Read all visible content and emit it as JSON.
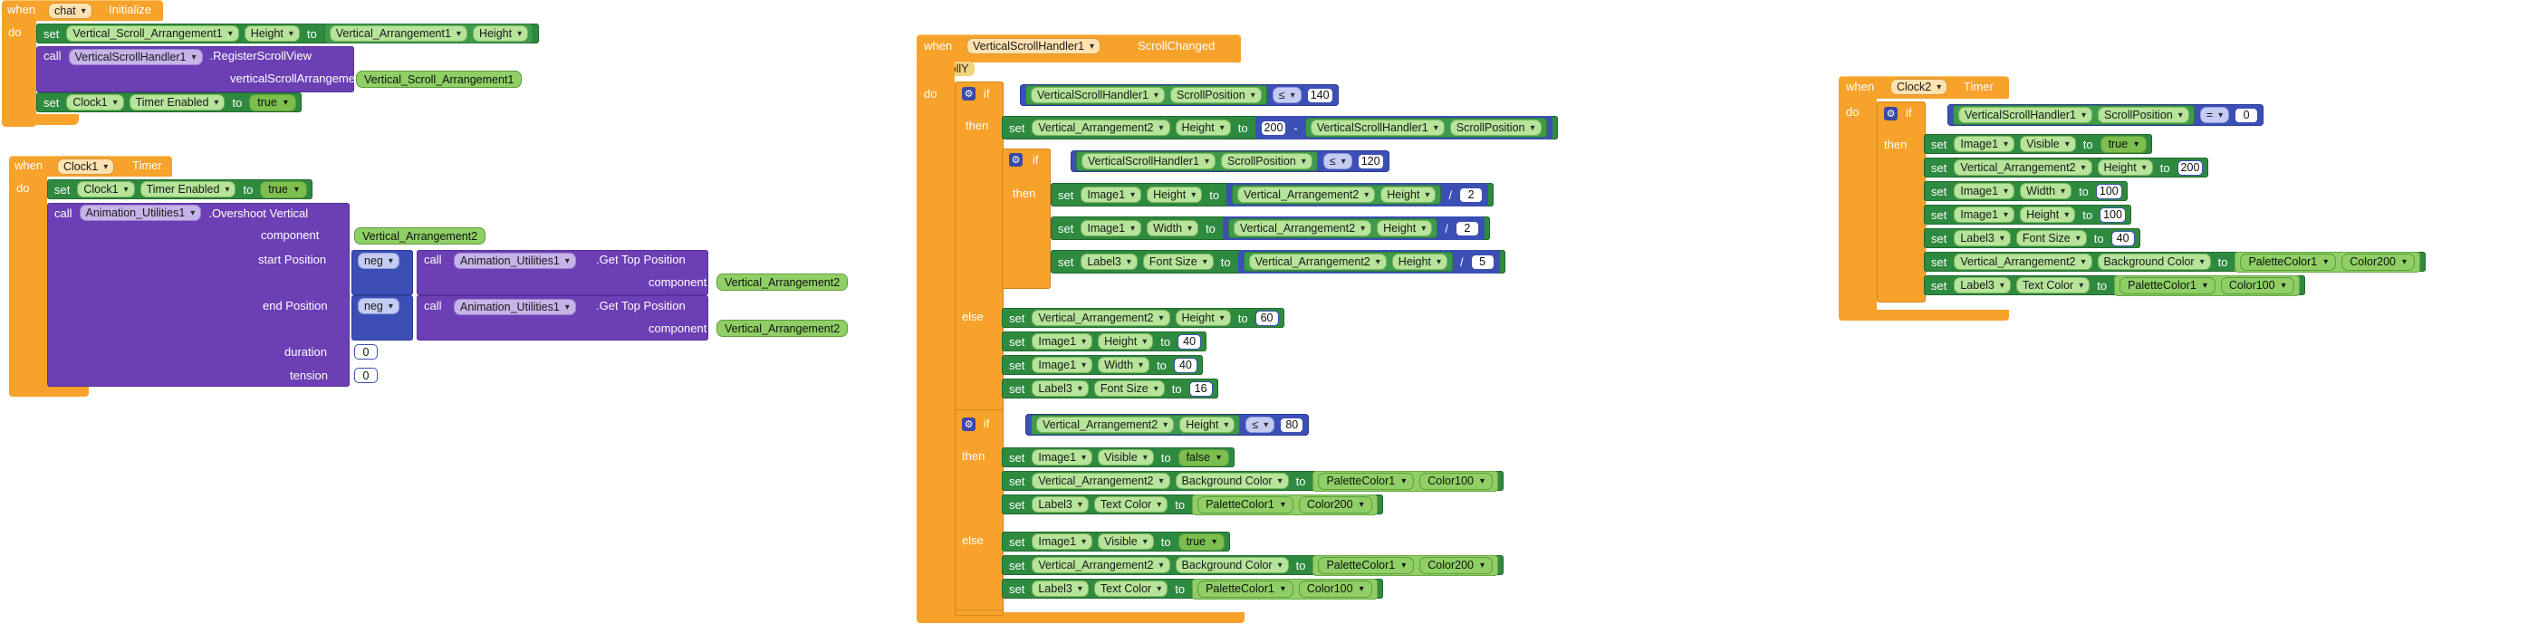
{
  "blocks": {
    "kw": {
      "when": "when",
      "do": "do",
      "set": "set",
      "call": "call",
      "to": "to",
      "if": "if",
      "then": "then",
      "else": "else"
    },
    "chat_init": {
      "component": "chat",
      "event": "Initialize",
      "s1": {
        "comp": "Vertical_Scroll_Arrangement1",
        "prop": "Height",
        "vcomp": "Vertical_Arrangement1",
        "vprop": "Height"
      },
      "call": {
        "comp": "VerticalScrollHandler1",
        "method": ".RegisterScrollView",
        "arg": "verticalScrollArrangement",
        "argval": "Vertical_Scroll_Arrangement1"
      },
      "s2": {
        "comp": "Clock1",
        "prop": "Timer Enabled",
        "val": "true"
      }
    },
    "clock1_timer": {
      "component": "Clock1",
      "event": "Timer",
      "s1": {
        "comp": "Clock1",
        "prop": "Timer Enabled",
        "val": "true"
      },
      "call": {
        "comp": "Animation_Utilities1",
        "method": ".Overshoot Vertical",
        "component_label": "component",
        "component_val": "Vertical_Arrangement2",
        "start_label": "start Position",
        "end_label": "end Position",
        "neg": "neg",
        "inner_comp": "Animation_Utilities1",
        "inner_method": ".Get Top Position",
        "inner_arg": "component",
        "inner_val": "Vertical_Arrangement2",
        "duration_label": "duration",
        "duration": "0",
        "tension_label": "tension",
        "tension": "0"
      }
    },
    "scroll_changed": {
      "component": "VerticalScrollHandler1",
      "event": "ScrollChanged",
      "param": "scrollY",
      "if1": {
        "comp": "VerticalScrollHandler1",
        "prop": "ScrollPosition",
        "op": "≤",
        "val": "140"
      },
      "then1": {
        "comp": "Vertical_Arrangement2",
        "prop": "Height",
        "a": "200",
        "minus": "-",
        "bcomp": "VerticalScrollHandler1",
        "bprop": "ScrollPosition"
      },
      "if2": {
        "comp": "VerticalScrollHandler1",
        "prop": "ScrollPosition",
        "op": "≤",
        "val": "120"
      },
      "then2": [
        {
          "comp": "Image1",
          "prop": "Height",
          "vcomp": "Vertical_Arrangement2",
          "vprop": "Height",
          "op": "/",
          "n": "2"
        },
        {
          "comp": "Image1",
          "prop": "Width",
          "vcomp": "Vertical_Arrangement2",
          "vprop": "Height",
          "op": "/",
          "n": "2"
        },
        {
          "comp": "Label3",
          "prop": "Font Size",
          "vcomp": "Vertical_Arrangement2",
          "vprop": "Height",
          "op": "/",
          "n": "5"
        }
      ],
      "else1": [
        {
          "comp": "Vertical_Arrangement2",
          "prop": "Height",
          "val": "60"
        },
        {
          "comp": "Image1",
          "prop": "Height",
          "val": "40"
        },
        {
          "comp": "Image1",
          "prop": "Width",
          "val": "40"
        },
        {
          "comp": "Label3",
          "prop": "Font Size",
          "val": "16"
        }
      ],
      "if3": {
        "comp": "Vertical_Arrangement2",
        "prop": "Height",
        "op": "≤",
        "val": "80"
      },
      "then3": [
        {
          "comp": "Image1",
          "prop": "Visible",
          "val": "false"
        },
        {
          "comp": "Vertical_Arrangement2",
          "prop": "Background Color",
          "pcomp": "PaletteColor1",
          "pval": "Color100"
        },
        {
          "comp": "Label3",
          "prop": "Text Color",
          "pcomp": "PaletteColor1",
          "pval": "Color200"
        }
      ],
      "else3": [
        {
          "comp": "Image1",
          "prop": "Visible",
          "val": "true"
        },
        {
          "comp": "Vertical_Arrangement2",
          "prop": "Background Color",
          "pcomp": "PaletteColor1",
          "pval": "Color200"
        },
        {
          "comp": "Label3",
          "prop": "Text Color",
          "pcomp": "PaletteColor1",
          "pval": "Color100"
        }
      ]
    },
    "clock2_timer": {
      "component": "Clock2",
      "event": "Timer",
      "if": {
        "comp": "VerticalScrollHandler1",
        "prop": "ScrollPosition",
        "op": "=",
        "val": "0"
      },
      "then": [
        {
          "comp": "Image1",
          "prop": "Visible",
          "val": "true"
        },
        {
          "comp": "Vertical_Arrangement2",
          "prop": "Height",
          "val": "200"
        },
        {
          "comp": "Image1",
          "prop": "Width",
          "val": "100"
        },
        {
          "comp": "Image1",
          "prop": "Height",
          "val": "100"
        },
        {
          "comp": "Label3",
          "prop": "Font Size",
          "val": "40"
        },
        {
          "comp": "Vertical_Arrangement2",
          "prop": "Background Color",
          "pcomp": "PaletteColor1",
          "pval": "Color200"
        },
        {
          "comp": "Label3",
          "prop": "Text Color",
          "pcomp": "PaletteColor1",
          "pval": "Color100"
        }
      ]
    }
  },
  "colors": {
    "event": "#f6a22b",
    "setter": "#2e8a3f",
    "method": "#6c3fb5",
    "math": "#3b4fb5",
    "component": "#8fcf65"
  }
}
